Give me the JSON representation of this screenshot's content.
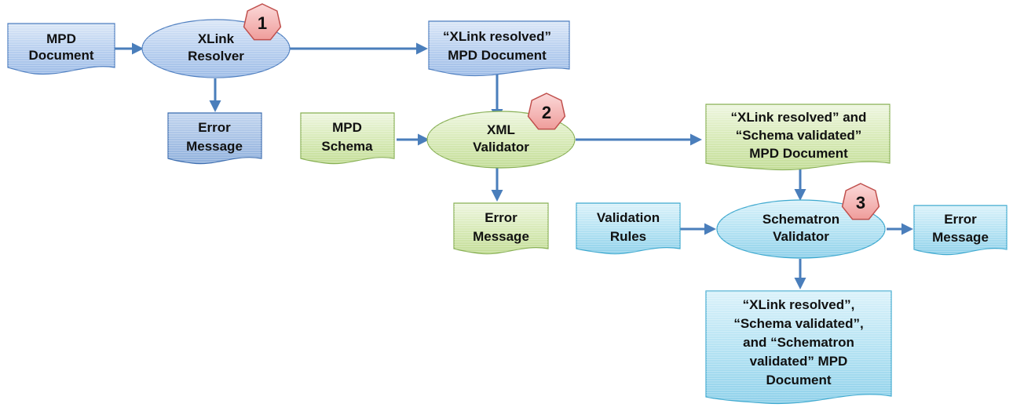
{
  "colors": {
    "arrow": "#4a7ebb",
    "blue_fill": "#b4cdee",
    "blue_stroke": "#4f7fc0",
    "green_fill": "#d7eab5",
    "green_stroke": "#88b055",
    "cyan_fill": "#b6e4f4",
    "cyan_stroke": "#3fa9cf",
    "badge_fill": "#f4b6b6",
    "badge_stroke": "#c0504d"
  },
  "nodes": {
    "mpd_document": {
      "line1": "MPD",
      "line2": "Document"
    },
    "xlink_resolver": {
      "line1": "XLink",
      "line2": "Resolver"
    },
    "xlink_resolved_doc": {
      "line1": "“XLink resolved”",
      "line2": "MPD Document"
    },
    "error_message_1": {
      "line1": "Error",
      "line2": "Message"
    },
    "mpd_schema": {
      "line1": "MPD",
      "line2": "Schema"
    },
    "xml_validator": {
      "line1": "XML",
      "line2": "Validator"
    },
    "schema_validated_doc": {
      "line1": "“XLink resolved” and",
      "line2": "“Schema validated”",
      "line3": "MPD Document"
    },
    "error_message_2": {
      "line1": "Error",
      "line2": "Message"
    },
    "validation_rules": {
      "line1": "Validation",
      "line2": "Rules"
    },
    "schematron_validator": {
      "line1": "Schematron",
      "line2": "Validator"
    },
    "error_message_3": {
      "line1": "Error",
      "line2": "Message"
    },
    "final_doc": {
      "line1": "“XLink resolved”,",
      "line2": "“Schema validated”,",
      "line3": "and “Schematron",
      "line4": "validated” MPD",
      "line5": "Document"
    }
  },
  "badges": {
    "step1": "1",
    "step2": "2",
    "step3": "3"
  }
}
